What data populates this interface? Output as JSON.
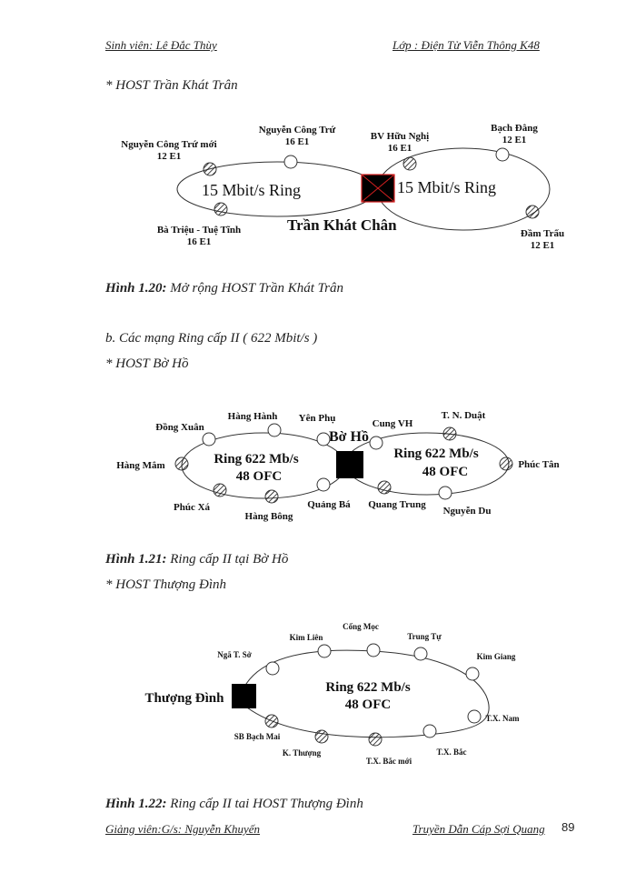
{
  "header": {
    "student": "Sinh viên: Lê Đắc Thùy",
    "class": "Lớp : Điện Tử Viễn Thông K48"
  },
  "sections": {
    "host1": "* HOST Trần Khát Trân",
    "fig20_label": "Hình 1.20:",
    "fig20_text": " Mở rộng HOST Trần Khát Trân",
    "b_heading": "b. Các mạng Ring cấp II ( 622 Mbit/s )",
    "host2": "* HOST Bờ Hồ",
    "fig21_label": "Hình 1.21:",
    "fig21_text": " Ring cấp II tại Bờ Hồ",
    "host3": "* HOST Thượng Đình",
    "fig22_label": "Hình 1.22:",
    "fig22_text": " Ring cấp II tai HOST Thượng Đình"
  },
  "footer": {
    "lecturer": "Giảng viên:G/s: Nguyễn Khuyến",
    "subject": "Truyền Dẫn Cáp Sợi Quang",
    "page": "89"
  },
  "diagrams": {
    "d1": {
      "left_ring": "15 Mbit/s Ring",
      "right_ring": "15 Mbit/s Ring",
      "hub": "Trần Khát Chân",
      "nodes": [
        {
          "name": "Nguyễn Công Trứ mới",
          "cap": "12 E1"
        },
        {
          "name": "Nguyễn Công Trứ",
          "cap": "16 E1"
        },
        {
          "name": "Bà Triệu - Tuệ Tĩnh",
          "cap": "16 E1"
        },
        {
          "name": "BV Hữu Nghị",
          "cap": "16 E1"
        },
        {
          "name": "Bạch Đằng",
          "cap": "12 E1"
        },
        {
          "name": "Đầm Trấu",
          "cap": "12 E1"
        }
      ]
    },
    "d2": {
      "hub": "Bờ Hồ",
      "left_ring": [
        "Ring 622 Mb/s",
        "48 OFC"
      ],
      "right_ring": [
        "Ring 622 Mb/s",
        "48 OFC"
      ],
      "nodes": [
        "Đồng Xuân",
        "Hàng Hành",
        "Yên Phụ",
        "Hàng Mắm",
        "Phúc Xá",
        "Hàng Bông",
        "Quảng Bá",
        "Cung VH",
        "T. N. Duật",
        "Phúc Tân",
        "Quang Trung",
        "Nguyễn Du"
      ]
    },
    "d3": {
      "hub": "Thượng Đình",
      "ring": [
        "Ring 622 Mb/s",
        "48 OFC"
      ],
      "nodes": [
        "Ngã T. Sở",
        "Kim Liên",
        "Cống Mọc",
        "Trung Tự",
        "Kim Giang",
        "T.X. Nam",
        "T.X. Bắc",
        "T.X. Bắc mới",
        "K. Thượng",
        "SB Bạch Mai"
      ]
    }
  },
  "colors": {
    "hub_fill": "#000000",
    "hub_cross": "#d42020",
    "line": "#333333"
  }
}
